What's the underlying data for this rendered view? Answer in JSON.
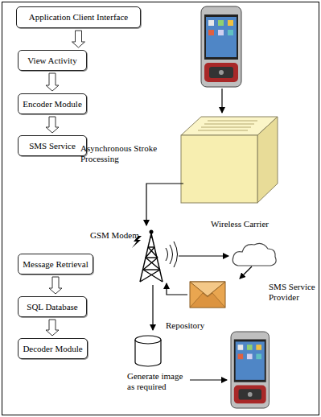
{
  "diagram": {
    "nodes": [
      {
        "text": [
          "Application Client Interface"
        ]
      },
      {
        "text": [
          "View Activity"
        ]
      },
      {
        "text": [
          "Encoder Module"
        ]
      },
      {
        "text": [
          "SMS Service"
        ]
      },
      {
        "text": [
          "Message Retrieval"
        ]
      },
      {
        "text": [
          "SQL Database"
        ]
      },
      {
        "text": [
          "Decoder Module"
        ]
      }
    ],
    "edges": [
      {
        "from": 0,
        "to": 1,
        "arrow": "to"
      },
      {
        "from": 1,
        "to": 2,
        "arrow": "to"
      },
      {
        "from": 2,
        "to": 3,
        "arrow": "to"
      },
      {
        "from": 4,
        "to": 5,
        "arrow": "to"
      },
      {
        "from": 5,
        "to": 6,
        "arrow": "to"
      }
    ],
    "labels": [
      "Asynchronous Stroke Processing",
      "Wireless Carrier",
      "GSM Modem",
      "SMS Service Provider",
      "Repository",
      "Generate image as required"
    ]
  }
}
